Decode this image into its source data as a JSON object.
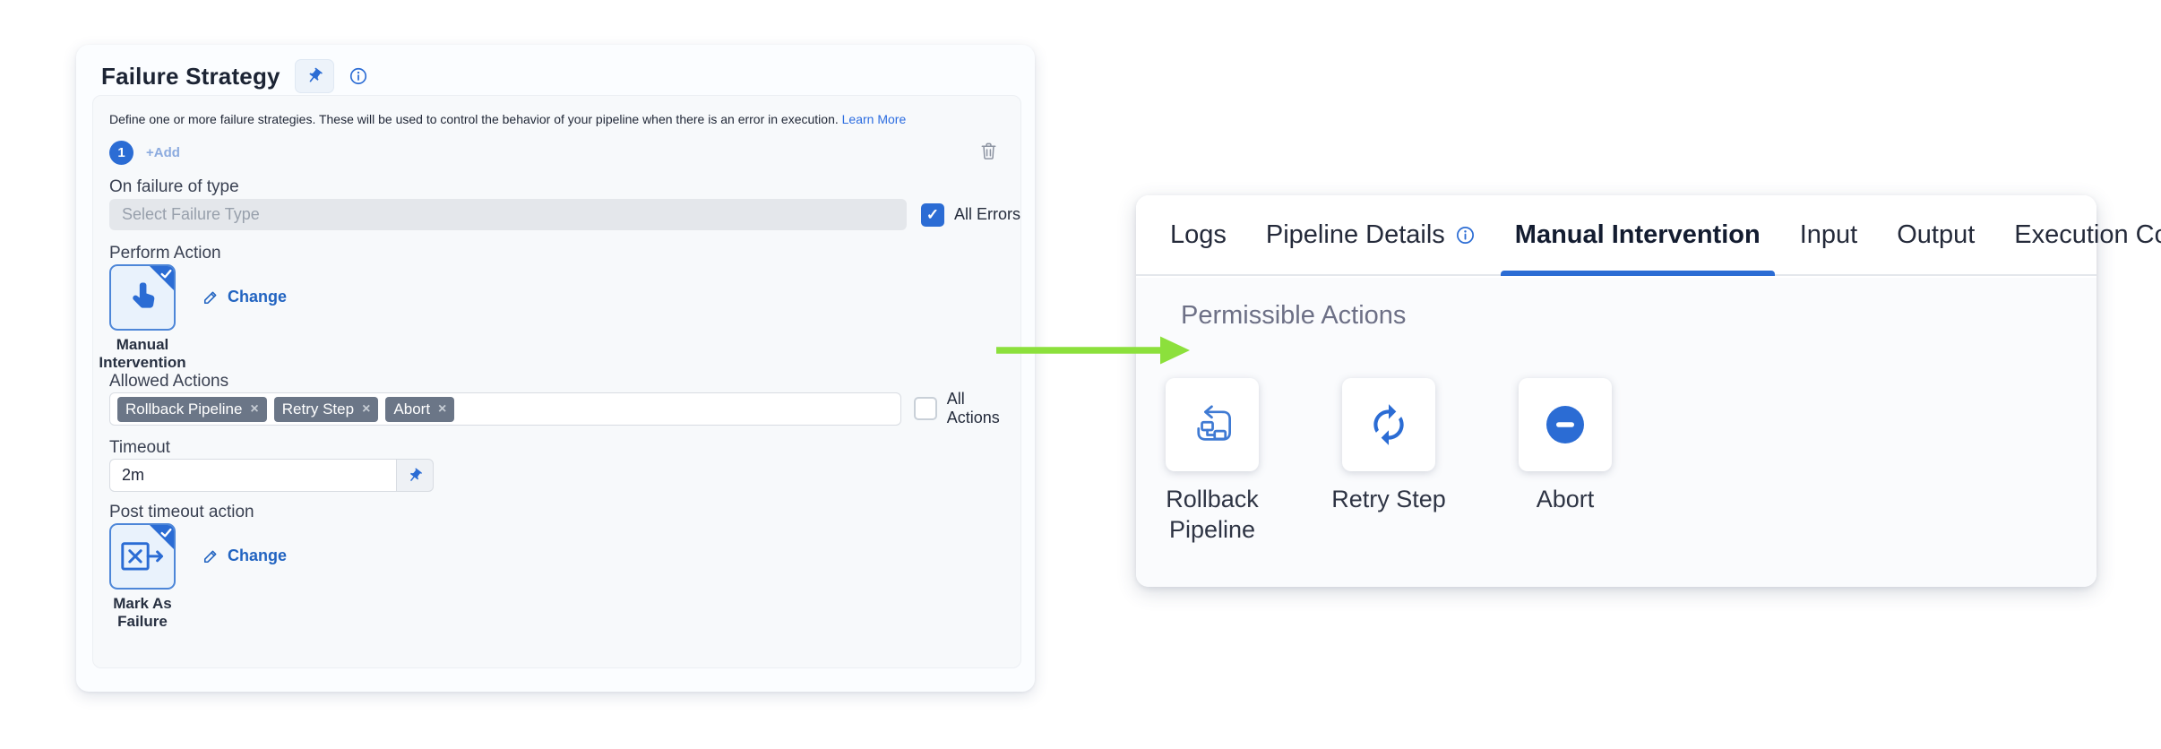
{
  "left_panel": {
    "title": "Failure Strategy",
    "description": "Define one or more failure strategies. These will be used to control the behavior of your pipeline when there is an error in execution.",
    "learn_more_label": "Learn More",
    "strategy_badge": "1",
    "add_button_label": "+Add",
    "fields": {
      "on_failure_label": "On failure of type",
      "failure_type_placeholder": "Select Failure Type",
      "all_errors_label": "All Errors",
      "all_errors_checked": true,
      "perform_action_label": "Perform Action",
      "perform_action_selected": "Manual Intervention",
      "change_label": "Change",
      "allowed_actions_label": "Allowed Actions",
      "allowed_actions_tags": [
        "Rollback Pipeline",
        "Retry Step",
        "Abort"
      ],
      "all_actions_label": "All Actions",
      "all_actions_checked": false,
      "timeout_label": "Timeout",
      "timeout_value": "2m",
      "post_timeout_label": "Post timeout action",
      "post_timeout_selected": "Mark As Failure"
    },
    "check_glyph": "✓",
    "tag_remove_glyph": "×"
  },
  "right_panel": {
    "tabs": [
      {
        "label": "Logs",
        "active": false
      },
      {
        "label": "Pipeline Details",
        "active": false,
        "has_info_icon": true
      },
      {
        "label": "Manual Intervention",
        "active": true
      },
      {
        "label": "Input",
        "active": false
      },
      {
        "label": "Output",
        "active": false
      },
      {
        "label": "Execution Context",
        "active": false
      }
    ],
    "heading": "Permissible Actions",
    "actions": [
      {
        "label": "Rollback Pipeline",
        "icon": "rollback-pipeline-icon"
      },
      {
        "label": "Retry Step",
        "icon": "retry-icon"
      },
      {
        "label": "Abort",
        "icon": "abort-icon"
      }
    ]
  },
  "annotation_arrow": {
    "direction": "right",
    "color": "#8ce03c"
  },
  "colors": {
    "primary_blue": "#2b6cd4",
    "link_blue": "#2264c1",
    "tag_slate": "#6b7687",
    "heading_gray": "#6d7086",
    "arrow_green": "#8ce03c"
  }
}
